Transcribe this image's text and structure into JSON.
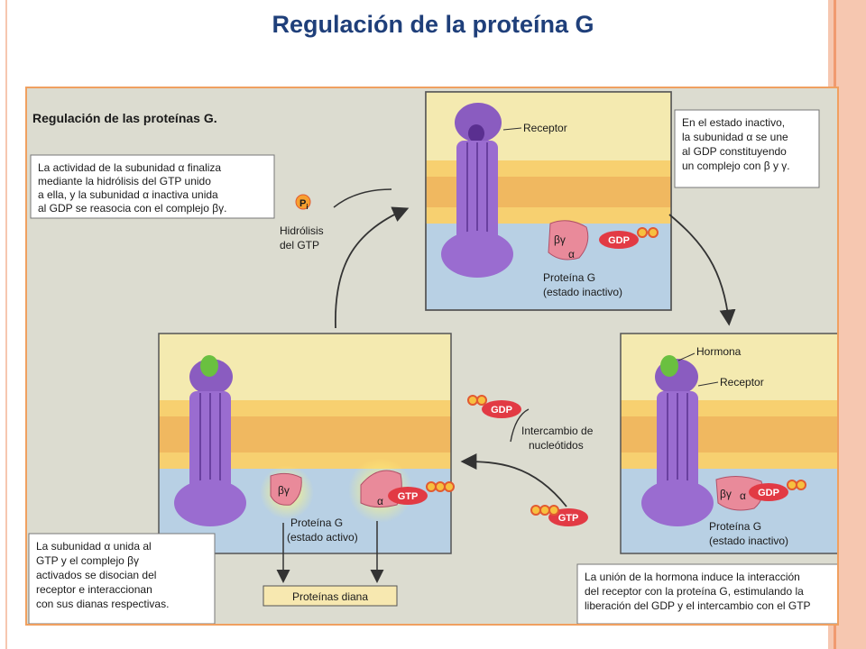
{
  "slide": {
    "title": "Regulación de la proteína G",
    "colors": {
      "title": "#1f3f7a",
      "frame": "#f0a060",
      "side_stripe": "#f6c7b0"
    }
  },
  "figure": {
    "heading": "Regulación de las proteínas G.",
    "captions": {
      "top_left": [
        "La actividad de la subunidad α finaliza",
        "mediante la hidrólisis del GTP unido",
        "a ella, y la subunidad α inactiva unida",
        "al GDP se reasocia con el complejo βγ."
      ],
      "top_right": [
        "En el estado inactivo,",
        "la subunidad α se une",
        "al GDP constituyendo",
        "un complejo con β y γ."
      ],
      "bottom_left": [
        "La subunidad α unida al",
        "GTP y el complejo βγ",
        "activados se disocian del",
        "receptor e interaccionan",
        "con sus dianas respectivas."
      ],
      "bottom_right": [
        "La unión de la hormona induce la interacción",
        "del receptor con la proteína G, estimulando la",
        "liberación del GDP y el intercambio con el GTP"
      ]
    },
    "labels": {
      "receptor": "Receptor",
      "hormone": "Hormona",
      "hydrolysis": [
        "Hidrólisis",
        "del GTP"
      ],
      "pi_letter": "P",
      "pi_sub": "i",
      "exchange": [
        "Intercambio de",
        "nucleótidos"
      ],
      "gprotein": "Proteína G",
      "inactive": "(estado inactivo)",
      "active": "(estado activo)",
      "targets": "Proteínas diana",
      "gdp": "GDP",
      "gtp": "GTP",
      "alpha": "α",
      "beta_gamma": "βγ"
    }
  }
}
